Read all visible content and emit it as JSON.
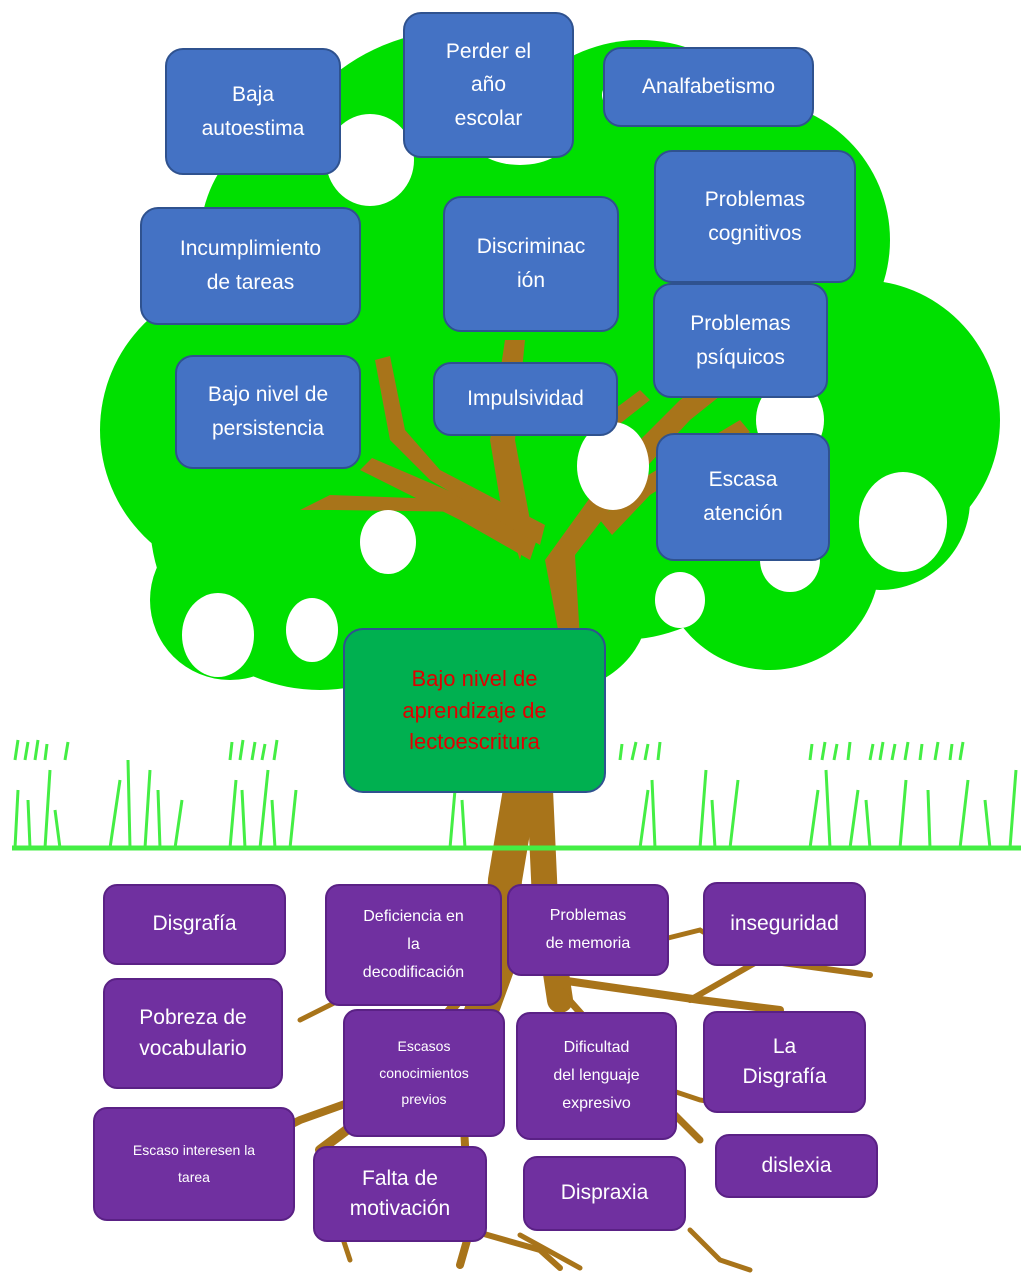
{
  "problem": {
    "label": "Bajo nivel de\naprendizaje de\nlectoescritura"
  },
  "effects": [
    {
      "label": "Baja\nautoestima"
    },
    {
      "label": "Perder el\naño\nescolar"
    },
    {
      "label": "Analfabetismo"
    },
    {
      "label": "Incumplimiento\nde tareas"
    },
    {
      "label": "Discriminac\nión"
    },
    {
      "label": "Problemas\ncognitivos"
    },
    {
      "label": "Problemas\npsíquicos"
    },
    {
      "label": "Bajo nivel de\npersistencia"
    },
    {
      "label": "Impulsividad"
    },
    {
      "label": "Escasa\natención"
    }
  ],
  "causes": [
    {
      "label": "Disgrafía"
    },
    {
      "label": "Deficiencia en\nla\ndecodificación"
    },
    {
      "label": "Problemas\nde memoria"
    },
    {
      "label": "inseguridad"
    },
    {
      "label": "Pobreza de\nvocabulario"
    },
    {
      "label": "Escasos\nconocimientos\nprevios"
    },
    {
      "label": "Dificultad\ndel lenguaje\nexpresivo"
    },
    {
      "label": "La\nDisgrafía"
    },
    {
      "label": "Escaso interesen la\ntarea"
    },
    {
      "label": "Falta de\nmotivación"
    },
    {
      "label": "Dispraxia"
    },
    {
      "label": "dislexia"
    }
  ],
  "colors": {
    "foliage": "#00e000",
    "trunk": "#a8741a",
    "grass": "#44ee44",
    "effect_box": "#4472c4",
    "cause_box": "#7030a0",
    "problem_box": "#00b050",
    "problem_text": "#e00000"
  }
}
